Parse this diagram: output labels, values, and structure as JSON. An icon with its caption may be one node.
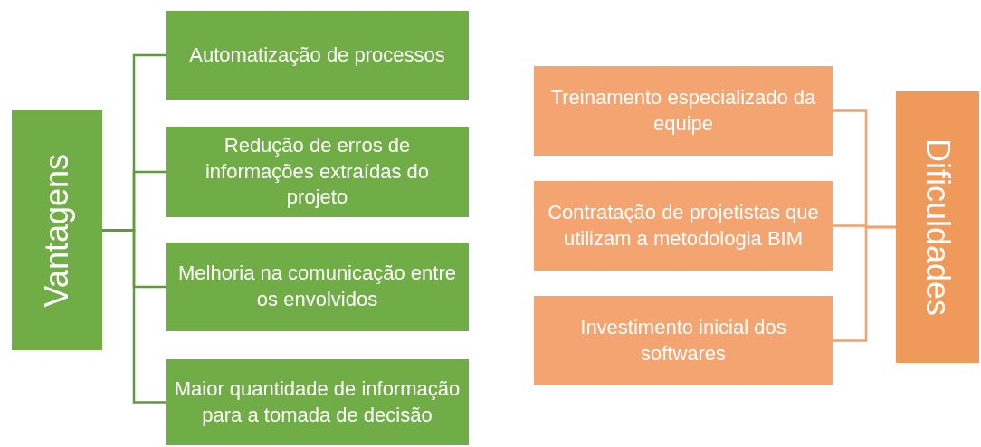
{
  "diagram": {
    "nodes": [
      {
        "text": [
          "Vantagens"
        ]
      },
      {
        "text": [
          "Automatização de processos"
        ]
      },
      {
        "text": [
          "Redução de erros de informações extraídas do projeto"
        ]
      },
      {
        "text": [
          "Melhoria na comunicação entre os envolvidos"
        ]
      },
      {
        "text": [
          "Maior quantidade de informação para a tomada de decisão"
        ]
      },
      {
        "text": [
          "Treinamento especializado da equipe"
        ]
      },
      {
        "text": [
          "Contratação de projetistas que utilizam a metodologia BIM"
        ]
      },
      {
        "text": [
          "Investimento inicial dos softwares"
        ]
      },
      {
        "text": [
          "Dificuldades"
        ]
      }
    ],
    "edges": [
      {
        "from": 0,
        "to": 1,
        "arrow": "none",
        "color": "#5e9b3a"
      },
      {
        "from": 0,
        "to": 2,
        "arrow": "none",
        "color": "#5e9b3a"
      },
      {
        "from": 0,
        "to": 3,
        "arrow": "none",
        "color": "#5e9b3a"
      },
      {
        "from": 0,
        "to": 4,
        "arrow": "none",
        "color": "#5e9b3a"
      },
      {
        "from": 8,
        "to": 5,
        "arrow": "none",
        "color": "#f2a06c"
      },
      {
        "from": 8,
        "to": 6,
        "arrow": "none",
        "color": "#f2a06c"
      },
      {
        "from": 8,
        "to": 7,
        "arrow": "none",
        "color": "#f2a06c"
      }
    ]
  }
}
